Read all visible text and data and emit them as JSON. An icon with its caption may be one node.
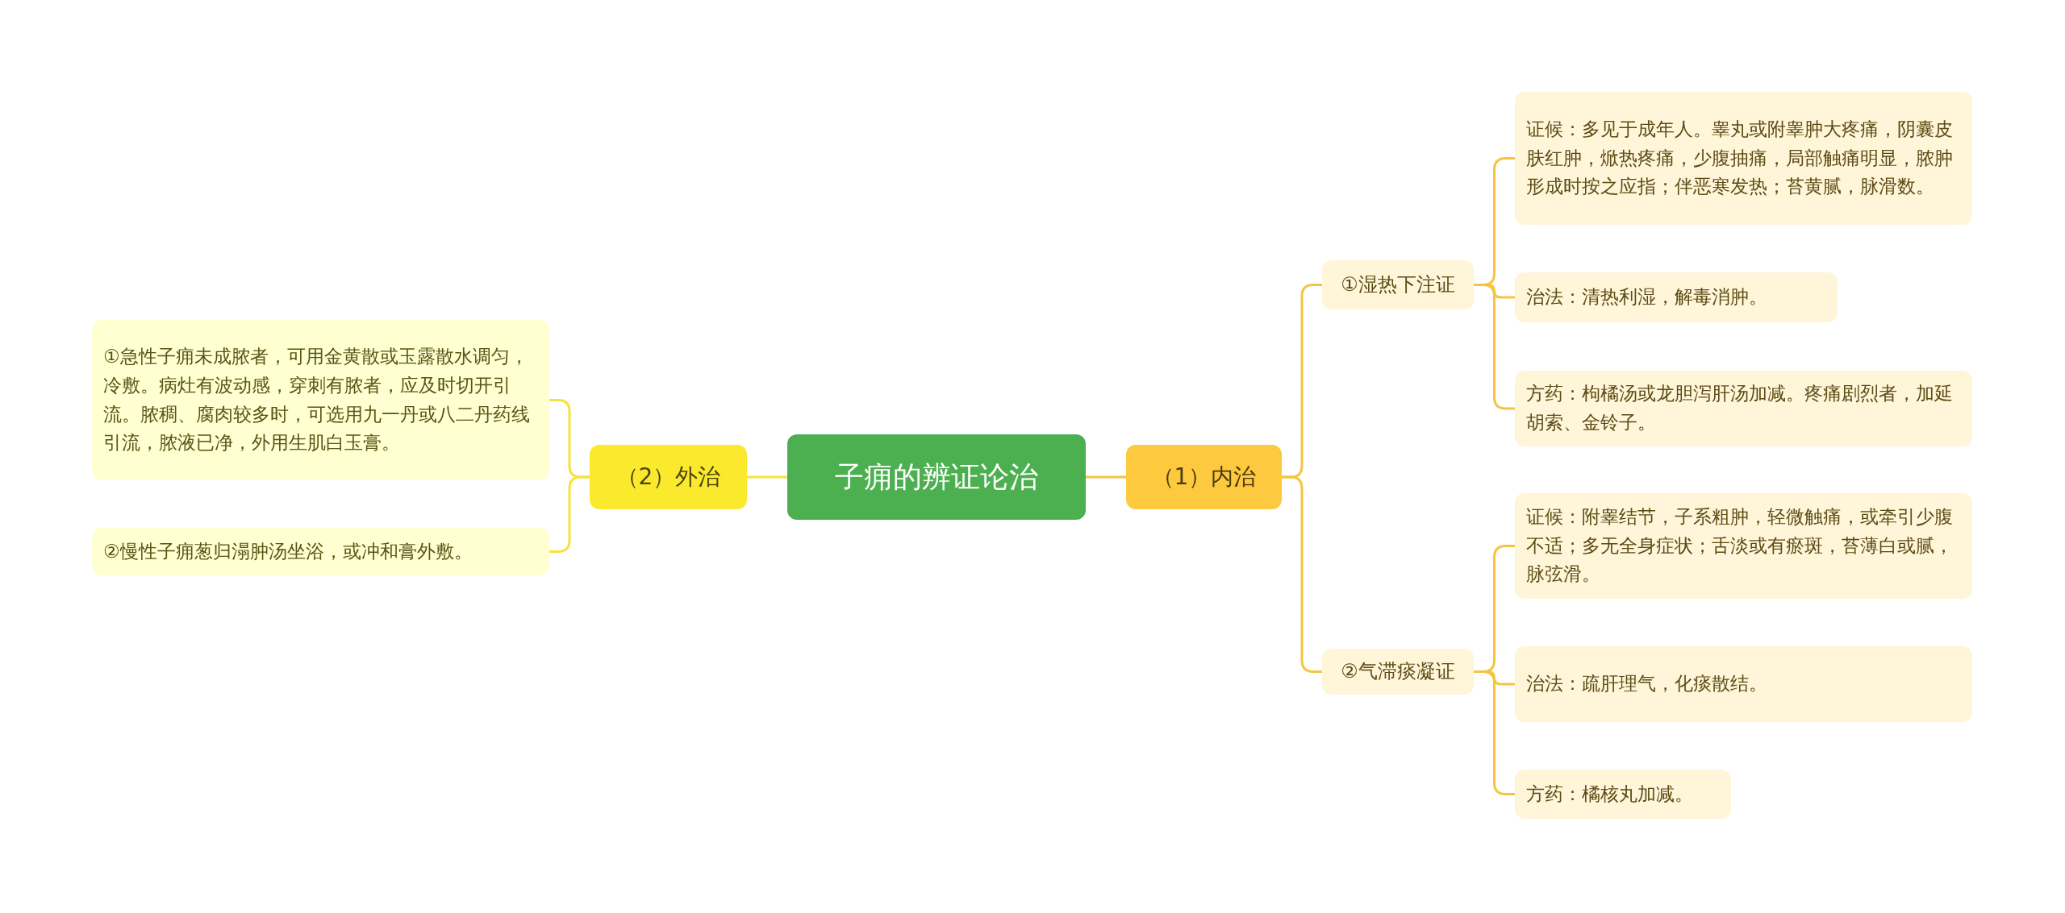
{
  "diagram": {
    "nodes": [
      {
        "text": [
          "子痈的辨证论治"
        ]
      },
      {
        "text": [
          "（1）内治"
        ]
      },
      {
        "text": [
          "①湿热下注证"
        ]
      },
      {
        "text": [
          "证候：多见于成年人。睾丸或附睾肿大疼痛，阴囊皮肤红肿，焮热疼痛，少腹抽痛，局部触痛明显，脓肿形成时按之应指；伴恶寒发热；苔黄腻，脉滑数。"
        ]
      },
      {
        "text": [
          "治法：清热利湿，解毒消肿。"
        ]
      },
      {
        "text": [
          "方药：枸橘汤或龙胆泻肝汤加减。疼痛剧烈者，加延胡索、金铃子。"
        ]
      },
      {
        "text": [
          "②气滞痰凝证"
        ]
      },
      {
        "text": [
          "证候：附睾结节，子系粗肿，轻微触痛，或牵引少腹不适；多无全身症状；舌淡或有瘀斑，苔薄白或腻，脉弦滑。"
        ]
      },
      {
        "text": [
          "治法：疏肝理气，化痰散结。"
        ]
      },
      {
        "text": [
          "方药：橘核丸加减。"
        ]
      },
      {
        "text": [
          "（2）外治"
        ]
      },
      {
        "text": [
          "①急性子痈未成脓者，可用金黄散或玉露散水调匀，冷敷。病灶有波动感，穿刺有脓者，应及时切开引流。脓稠、腐肉较多时，可选用九一丹或八二丹药线引流，脓液已净，外用生肌白玉膏。"
        ]
      },
      {
        "text": [
          "②慢性子痈葱归溻肿汤坐浴，或冲和膏外敷。"
        ]
      }
    ],
    "edges": [
      {
        "from": 0,
        "to": 1,
        "arrow": "none"
      },
      {
        "from": 1,
        "to": 2,
        "arrow": "none"
      },
      {
        "from": 2,
        "to": 3,
        "arrow": "none"
      },
      {
        "from": 2,
        "to": 4,
        "arrow": "none"
      },
      {
        "from": 2,
        "to": 5,
        "arrow": "none"
      },
      {
        "from": 1,
        "to": 6,
        "arrow": "none"
      },
      {
        "from": 6,
        "to": 7,
        "arrow": "none"
      },
      {
        "from": 6,
        "to": 8,
        "arrow": "none"
      },
      {
        "from": 6,
        "to": 9,
        "arrow": "none"
      },
      {
        "from": 0,
        "to": 10,
        "arrow": "none",
        "color": "#f7e23c"
      },
      {
        "from": 10,
        "to": 11,
        "arrow": "none",
        "color": "#f7e23c"
      },
      {
        "from": 10,
        "to": 12,
        "arrow": "none",
        "color": "#f7e23c"
      }
    ]
  }
}
